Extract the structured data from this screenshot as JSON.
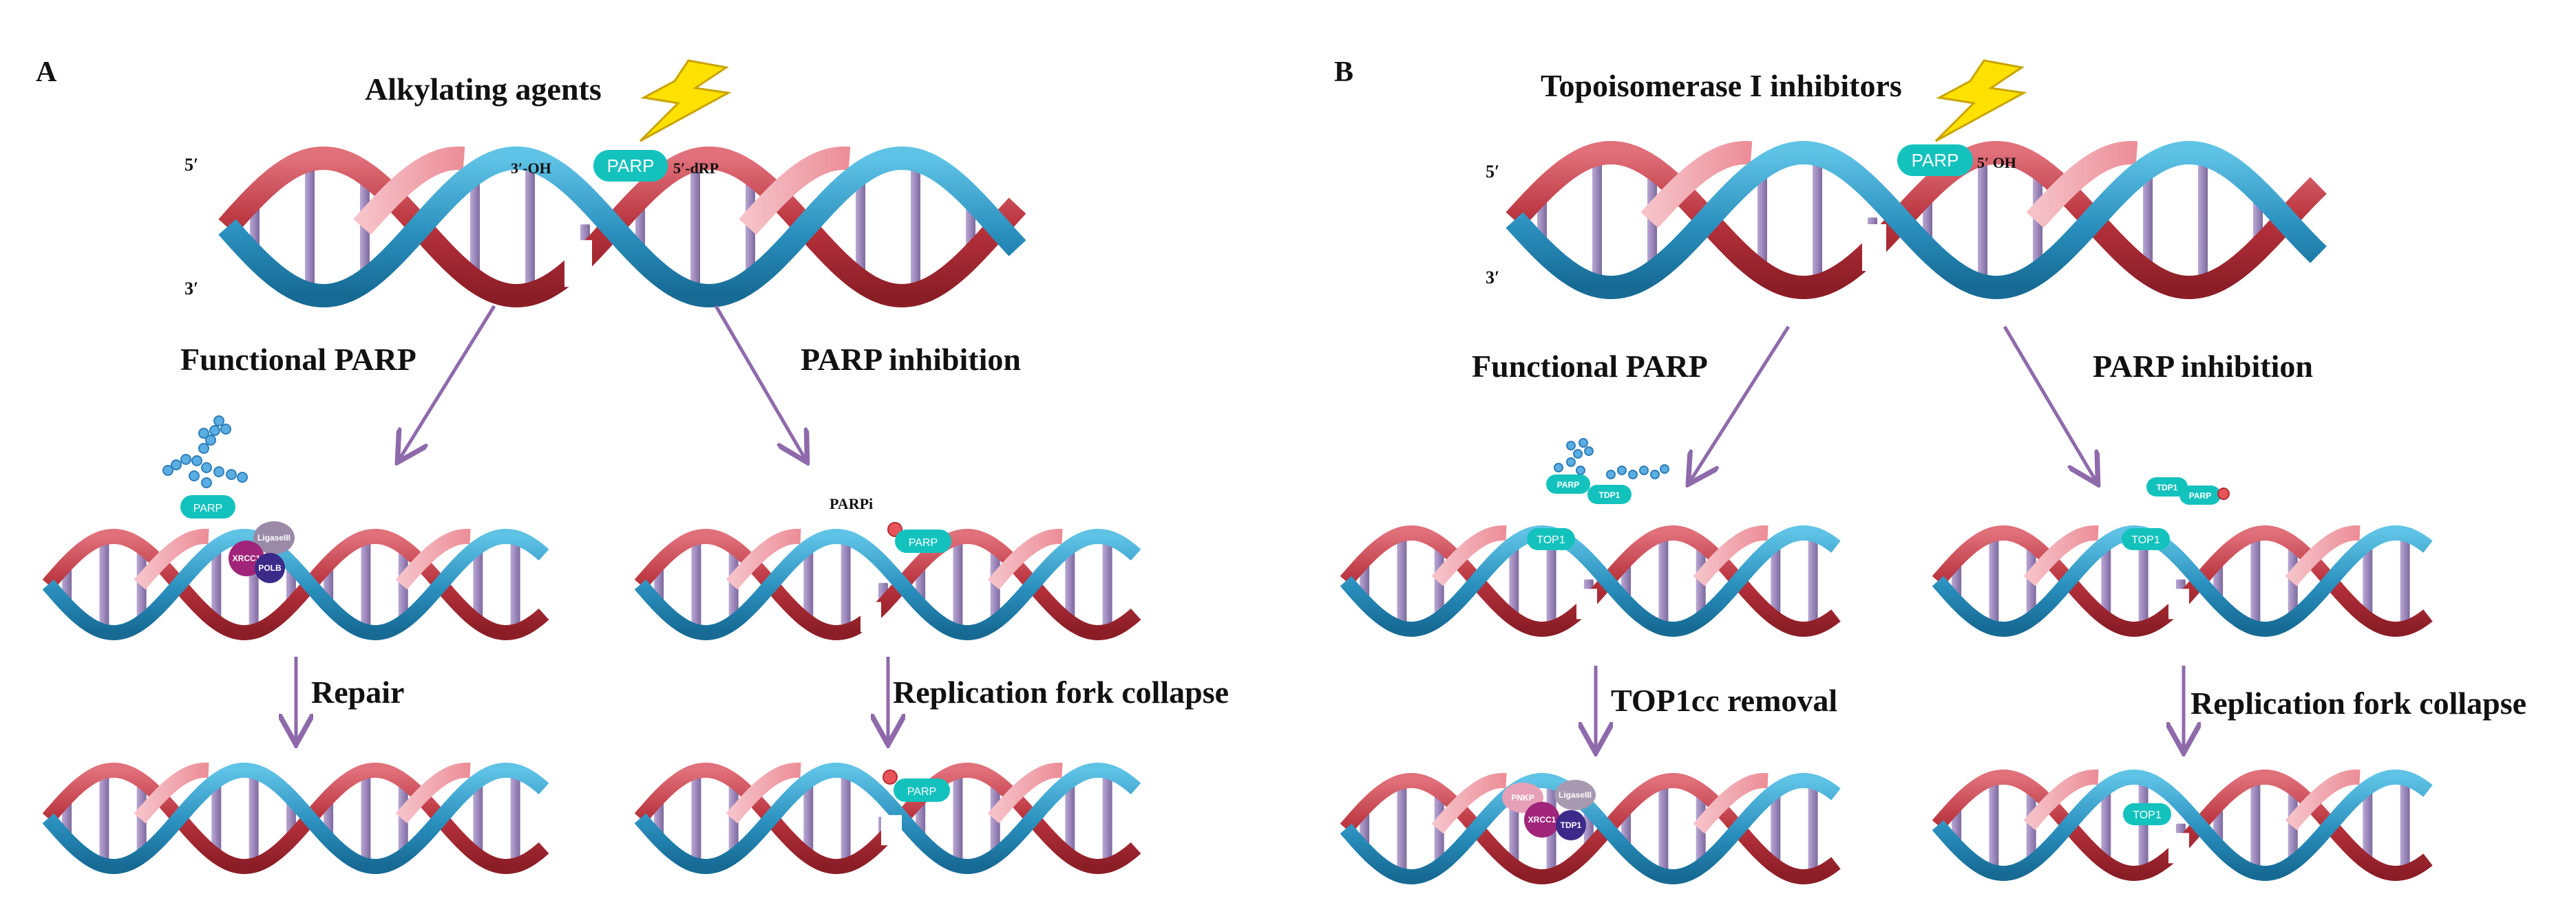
{
  "panel_a": {
    "letter": "A",
    "agent": "Alkylating agents",
    "end5": "5′",
    "end3": "3′",
    "oh_label": "3′-OH",
    "drp_label": "5′-dRP",
    "parp": "PARP",
    "left_branch": "Functional PARP",
    "right_branch": "PARP inhibition",
    "left_step": "Repair",
    "right_step": "Replication fork collapse",
    "parpi": "PARPi",
    "proteins": {
      "ligase": "LigaseIII",
      "xrcc1": "XRCC1",
      "polb": "POLB"
    }
  },
  "panel_b": {
    "letter": "B",
    "agent": "Topoisomerase I inhibitors",
    "end5": "5′",
    "end3": "3′",
    "oh_label": "5′ OH",
    "parp": "PARP",
    "top1": "TOP1",
    "left_branch": "Functional PARP",
    "right_branch": "PARP inhibition",
    "left_step": "TOP1cc removal",
    "right_step": "Replication fork collapse",
    "proteins": {
      "pnkp": "PNKP",
      "ligase": "LigaseIII",
      "xrcc1": "XRCC1",
      "tdp1": "TDP1"
    }
  },
  "colors": {
    "blue_strand": "#2a8fbd",
    "red_strand": "#b8323c",
    "pink_strand": "#f0a0a8",
    "rung": "#9c88bb",
    "pill": "#13c2bd",
    "arrow": "#8e6aab",
    "bolt": "#ffe100"
  }
}
